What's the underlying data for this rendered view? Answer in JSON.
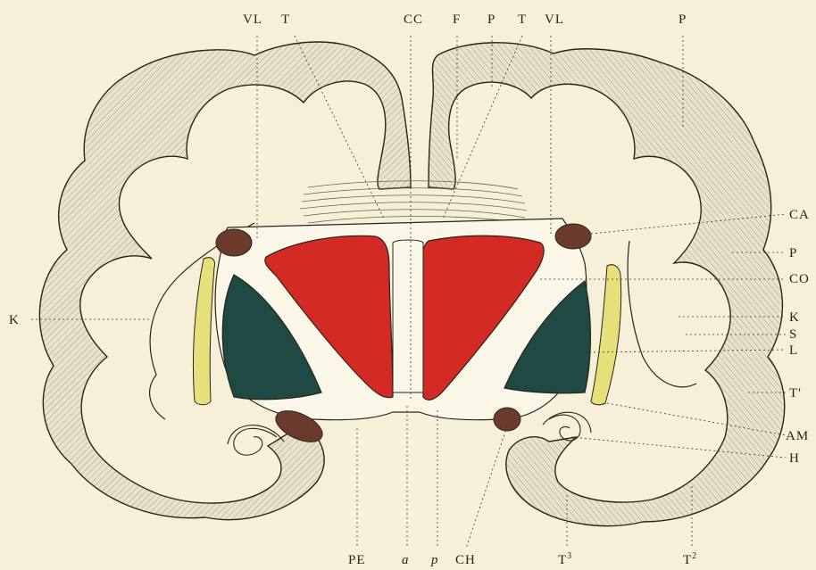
{
  "labels": {
    "top": {
      "vl_left": "VL",
      "t_left": "T",
      "cc": "CC",
      "f": "F",
      "p_mid": "P",
      "t_right": "T",
      "vl_right": "VL",
      "p_right": "P"
    },
    "right": {
      "ca": "CA",
      "p": "P",
      "co": "CO",
      "k": "K",
      "s": "S",
      "l": "L",
      "t_prime": "T'",
      "am": "AM",
      "h": "H"
    },
    "left": {
      "k": "K"
    },
    "bottom": {
      "pe": "PE",
      "a": "a",
      "p": "p",
      "ch": "CH",
      "t3": "T",
      "t3_sup": "3",
      "t2": "T",
      "t2_sup": "2"
    }
  },
  "colors": {
    "background": "#f6f0d8",
    "cortex_fill": "#e9e3cc",
    "outline": "#2a2418",
    "red_nucleus": "#d42a24",
    "dark_green_nucleus": "#1f4a43",
    "yellow_band": "#e6e07a",
    "brown_body": "#6b3a2a"
  }
}
